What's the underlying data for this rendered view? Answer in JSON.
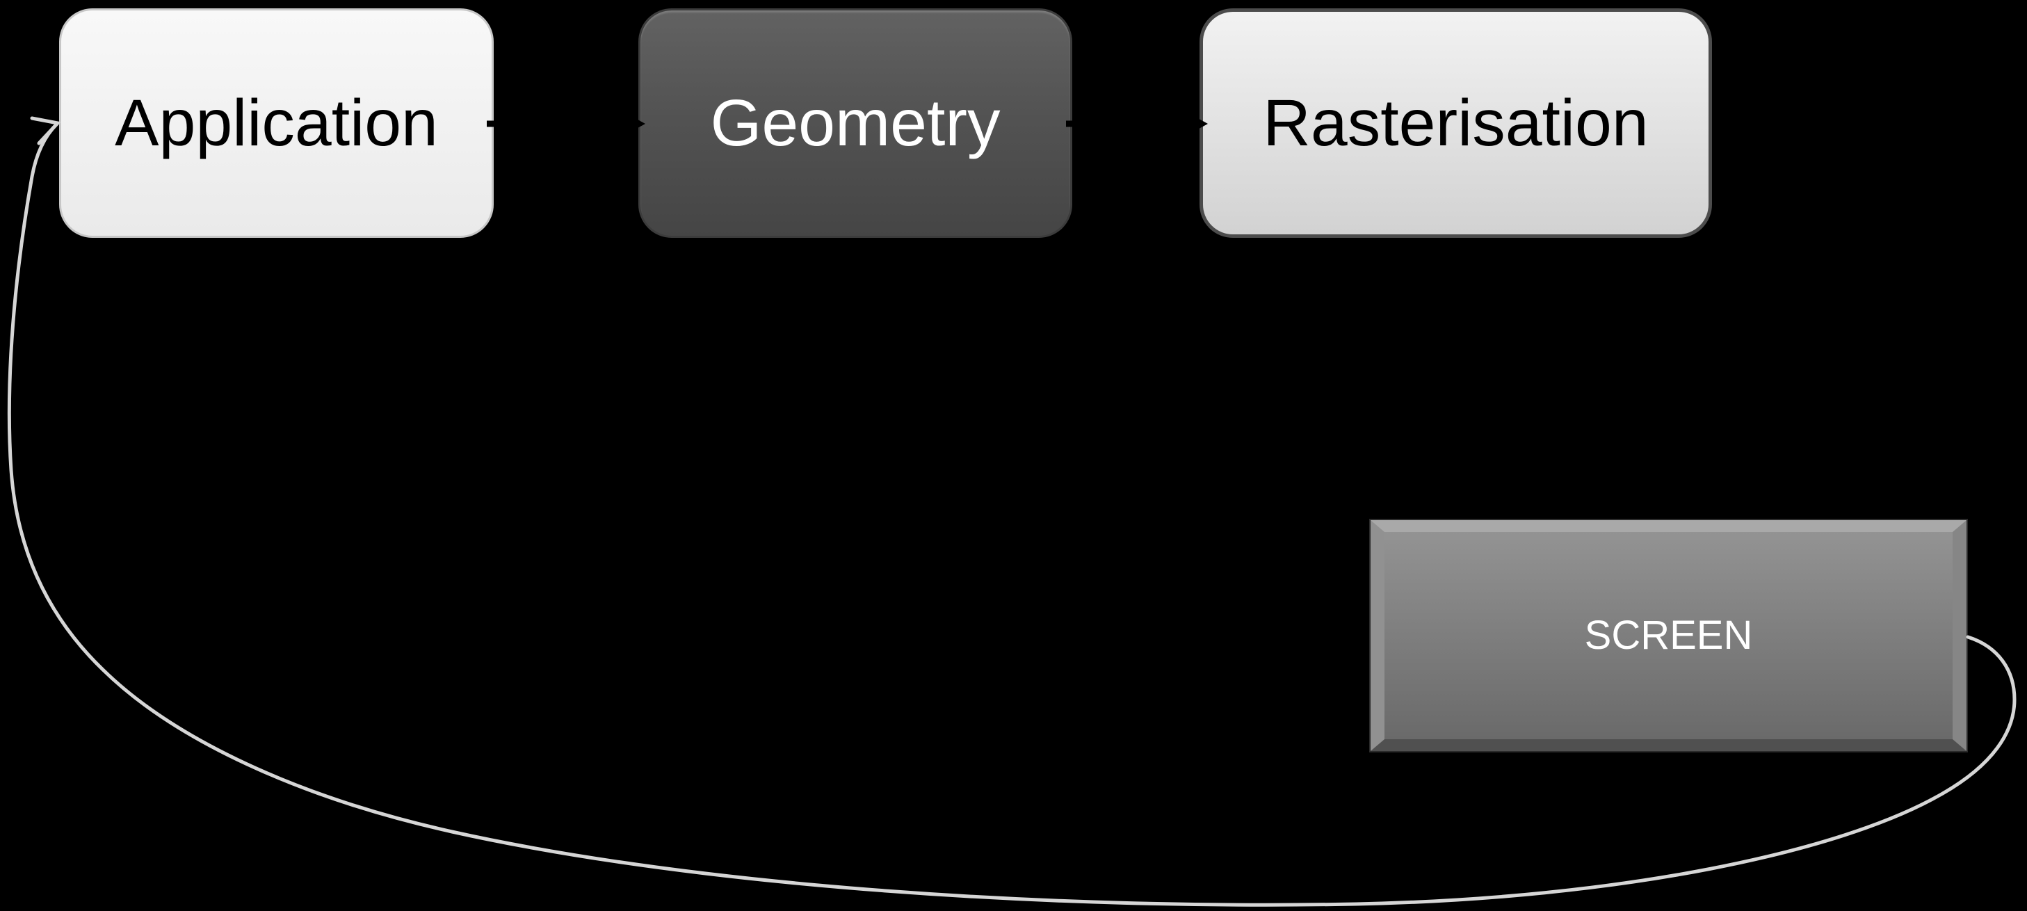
{
  "diagram": {
    "background_color": "#000000",
    "nodes": [
      {
        "id": "application",
        "label": "Application",
        "fill_color": "#f2f2f2",
        "text_color": "#000000",
        "shape": "rounded-rectangle"
      },
      {
        "id": "geometry",
        "label": "Geometry",
        "fill_color": "#525252",
        "text_color": "#ffffff",
        "shape": "rounded-rectangle"
      },
      {
        "id": "rasterisation",
        "label": "Rasterisation",
        "fill_color": "#e3e3e3",
        "text_color": "#000000",
        "shape": "rounded-rectangle"
      },
      {
        "id": "screen",
        "label": "SCREEN",
        "fill_color": "#7c7c7c",
        "text_color": "#ffffff",
        "shape": "beveled-rectangle"
      }
    ],
    "feedback_arrow": {
      "color": "#d6d6d6",
      "from": "SCREEN",
      "to": "Application"
    },
    "hidden_connector_color": "#000000"
  }
}
